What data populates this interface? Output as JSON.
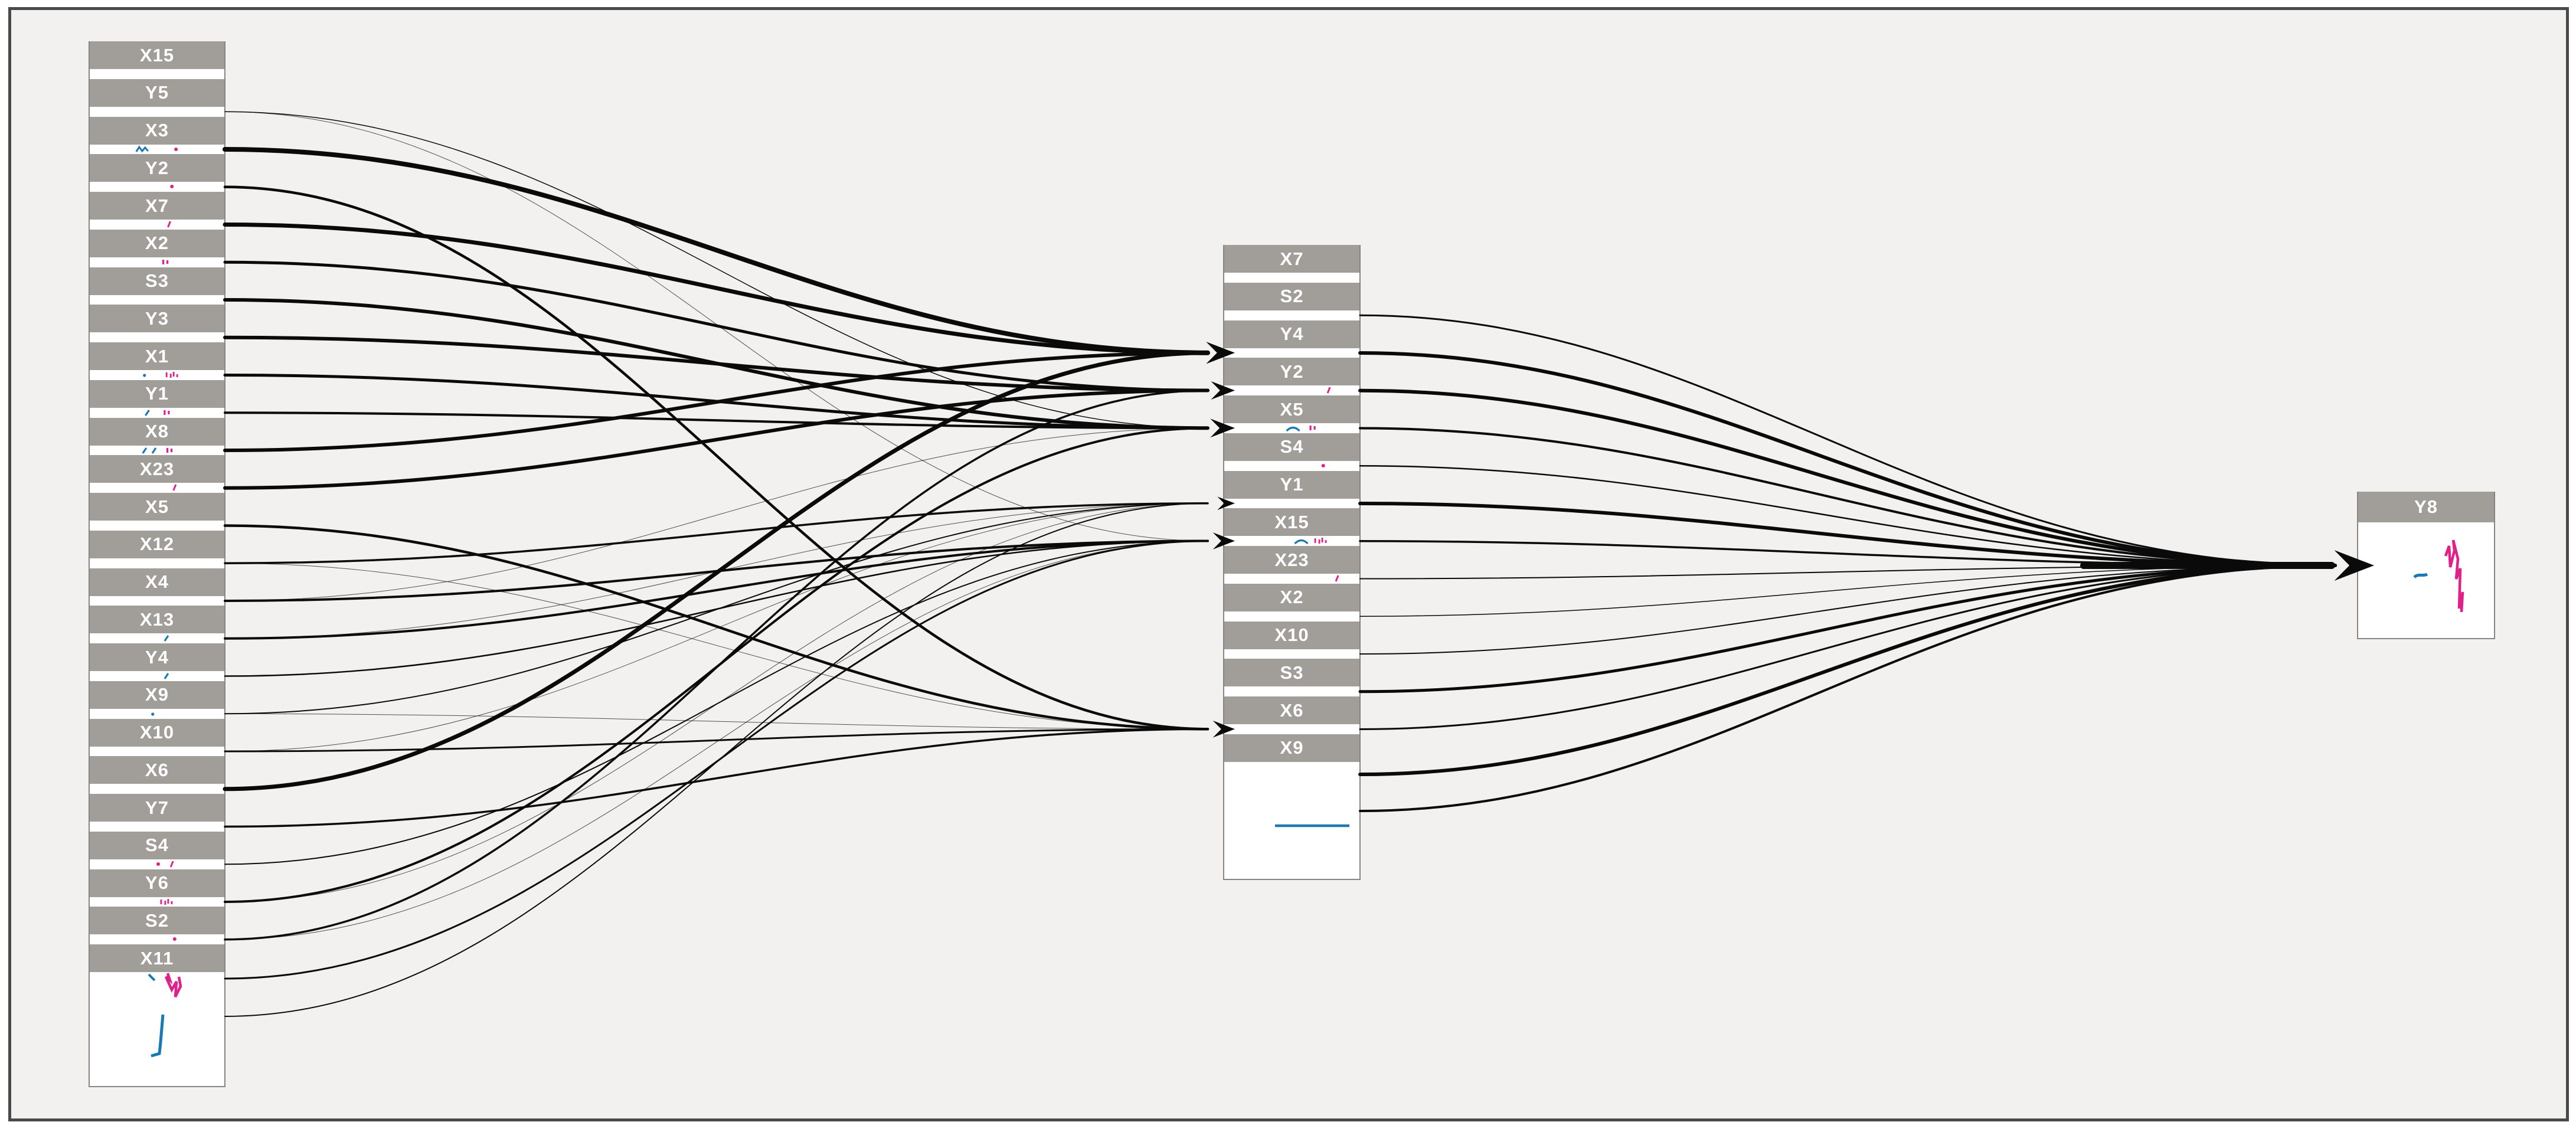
{
  "figure": {
    "background_color": "#f2f1ef",
    "frame_border_color": "#4a4a4a",
    "node_bar_color": "#a19d98",
    "node_text_color": "#ffffff",
    "node_body_color": "#ffffff",
    "edge_color": "#0a0a0a",
    "spark_blue": "#1a79b2",
    "spark_pink": "#e0218a"
  },
  "columns": {
    "left": {
      "nodes": [
        {
          "label": "X15",
          "marks": []
        },
        {
          "label": "Y5",
          "marks": []
        },
        {
          "label": "X3",
          "marks": [
            {
              "t": "blue-squiggle",
              "x": 0.4
            },
            {
              "t": "pink-dot",
              "x": 0.63
            }
          ]
        },
        {
          "label": "Y2",
          "marks": [
            {
              "t": "pink-dot",
              "x": 0.6
            }
          ]
        },
        {
          "label": "X7",
          "marks": [
            {
              "t": "pink-tick",
              "x": 0.58
            }
          ]
        },
        {
          "label": "X2",
          "marks": [
            {
              "t": "pink-dashes",
              "x": 0.55
            }
          ]
        },
        {
          "label": "S3",
          "marks": []
        },
        {
          "label": "Y3",
          "marks": []
        },
        {
          "label": "X1",
          "marks": [
            {
              "t": "blue-dot",
              "x": 0.4
            },
            {
              "t": "pink-cluster",
              "x": 0.6
            }
          ]
        },
        {
          "label": "Y1",
          "marks": [
            {
              "t": "blue-tick",
              "x": 0.42
            },
            {
              "t": "pink-dashes",
              "x": 0.56
            }
          ]
        },
        {
          "label": "X8",
          "marks": [
            {
              "t": "blue-tick",
              "x": 0.4
            },
            {
              "t": "blue-tick",
              "x": 0.47
            },
            {
              "t": "pink-dashes",
              "x": 0.58
            }
          ]
        },
        {
          "label": "X23",
          "marks": [
            {
              "t": "pink-tick",
              "x": 0.62
            }
          ]
        },
        {
          "label": "X5",
          "marks": []
        },
        {
          "label": "X12",
          "marks": []
        },
        {
          "label": "X4",
          "marks": []
        },
        {
          "label": "X13",
          "marks": [
            {
              "t": "blue-tick",
              "x": 0.56
            }
          ]
        },
        {
          "label": "Y4",
          "marks": [
            {
              "t": "blue-tick",
              "x": 0.56
            }
          ]
        },
        {
          "label": "X9",
          "marks": [
            {
              "t": "blue-dot",
              "x": 0.46
            }
          ]
        },
        {
          "label": "X10",
          "marks": []
        },
        {
          "label": "X6",
          "marks": []
        },
        {
          "label": "Y7",
          "marks": []
        },
        {
          "label": "S4",
          "marks": [
            {
              "t": "pink-dot",
              "x": 0.5
            },
            {
              "t": "pink-tick",
              "x": 0.6
            }
          ]
        },
        {
          "label": "Y6",
          "marks": [
            {
              "t": "pink-cluster",
              "x": 0.56
            }
          ]
        },
        {
          "label": "S2",
          "marks": [
            {
              "t": "pink-dot",
              "x": 0.62
            }
          ]
        },
        {
          "label": "X11",
          "marks": []
        }
      ],
      "box_marks": [
        {
          "t": "blue-tick2"
        },
        {
          "t": "pink-squiggle-big"
        },
        {
          "t": "blue-J"
        }
      ]
    },
    "middle": {
      "nodes": [
        {
          "label": "X7",
          "marks": []
        },
        {
          "label": "S2",
          "marks": []
        },
        {
          "label": "Y4",
          "marks": []
        },
        {
          "label": "Y2",
          "marks": [
            {
              "t": "pink-tick",
              "x": 0.76
            }
          ]
        },
        {
          "label": "X5",
          "marks": [
            {
              "t": "blue-arc",
              "x": 0.5
            },
            {
              "t": "pink-dashes",
              "x": 0.64
            }
          ]
        },
        {
          "label": "S4",
          "marks": [
            {
              "t": "pink-dot",
              "x": 0.72
            }
          ]
        },
        {
          "label": "Y1",
          "marks": []
        },
        {
          "label": "X15",
          "marks": [
            {
              "t": "blue-arc",
              "x": 0.56
            },
            {
              "t": "pink-cluster",
              "x": 0.7
            }
          ]
        },
        {
          "label": "X23",
          "marks": [
            {
              "t": "pink-tick",
              "x": 0.82
            }
          ]
        },
        {
          "label": "X2",
          "marks": []
        },
        {
          "label": "X10",
          "marks": []
        },
        {
          "label": "S3",
          "marks": []
        },
        {
          "label": "X6",
          "marks": []
        },
        {
          "label": "X9",
          "marks": []
        }
      ],
      "box_marks": [
        {
          "t": "blue-line"
        }
      ]
    },
    "output": {
      "label": "Y8",
      "plot_marks": [
        {
          "t": "y8-blue-dash"
        },
        {
          "t": "y8-pink-jagged"
        }
      ]
    }
  },
  "edges": {
    "left_to_middle": [
      {
        "from": "Y5",
        "to": "S4",
        "w": 1.5
      },
      {
        "from": "X3",
        "to": "Y2",
        "w": 8
      },
      {
        "from": "Y2",
        "to": "X9",
        "w": 4.5
      },
      {
        "from": "X7",
        "to": "Y2",
        "w": 7
      },
      {
        "from": "X2",
        "to": "X5",
        "w": 5
      },
      {
        "from": "S3",
        "to": "S4",
        "w": 6
      },
      {
        "from": "Y3",
        "to": "X5",
        "w": 6
      },
      {
        "from": "X1",
        "to": "S4",
        "w": 5
      },
      {
        "from": "Y1",
        "to": "S4",
        "w": 4
      },
      {
        "from": "X8",
        "to": "Y2",
        "w": 6
      },
      {
        "from": "X23",
        "to": "X5",
        "w": 6
      },
      {
        "from": "X5",
        "to": "X9",
        "w": 4.5
      },
      {
        "from": "X12",
        "to": "X15",
        "w": 3.5
      },
      {
        "from": "X4",
        "to": "X23",
        "w": 4
      },
      {
        "from": "X13",
        "to": "X23",
        "w": 4
      },
      {
        "from": "Y4",
        "to": "X23",
        "w": 2.5
      },
      {
        "from": "X9",
        "to": "X15",
        "w": 2
      },
      {
        "from": "X10",
        "to": "X9",
        "w": 3
      },
      {
        "from": "X6",
        "to": "Y2",
        "w": 7
      },
      {
        "from": "Y7",
        "to": "X9",
        "w": 3.5
      },
      {
        "from": "S4",
        "to": "X23",
        "w": 2
      },
      {
        "from": "Y6",
        "to": "S4",
        "w": 4
      },
      {
        "from": "S2",
        "to": "X5",
        "w": 3.5
      },
      {
        "from": "X11a",
        "to": "X23",
        "w": 3
      },
      {
        "from": "X11b",
        "to": "X15",
        "w": 2
      },
      {
        "from": "Y5",
        "to": "X23",
        "w": 1
      },
      {
        "from": "X12",
        "to": "X9",
        "w": 1
      },
      {
        "from": "X4",
        "to": "S4",
        "w": 1
      },
      {
        "from": "X13",
        "to": "X15",
        "w": 1
      },
      {
        "from": "X10",
        "to": "X15",
        "w": 1
      },
      {
        "from": "Y6",
        "to": "X15",
        "w": 1
      },
      {
        "from": "S2",
        "to": "X23",
        "w": 1
      },
      {
        "from": "X9",
        "to": "X9",
        "w": 1
      }
    ],
    "middle_to_output": [
      {
        "from": "S2",
        "w": 3
      },
      {
        "from": "Y4",
        "w": 6
      },
      {
        "from": "Y2",
        "w": 6
      },
      {
        "from": "X5",
        "w": 4
      },
      {
        "from": "S4",
        "w": 2.5
      },
      {
        "from": "Y1",
        "w": 6
      },
      {
        "from": "X15",
        "w": 3.5
      },
      {
        "from": "X23",
        "w": 2
      },
      {
        "from": "X2",
        "w": 1.5
      },
      {
        "from": "X10",
        "w": 2
      },
      {
        "from": "S3",
        "w": 5
      },
      {
        "from": "X6",
        "w": 3
      },
      {
        "from": "boxA",
        "w": 6
      },
      {
        "from": "boxB",
        "w": 4
      }
    ]
  }
}
